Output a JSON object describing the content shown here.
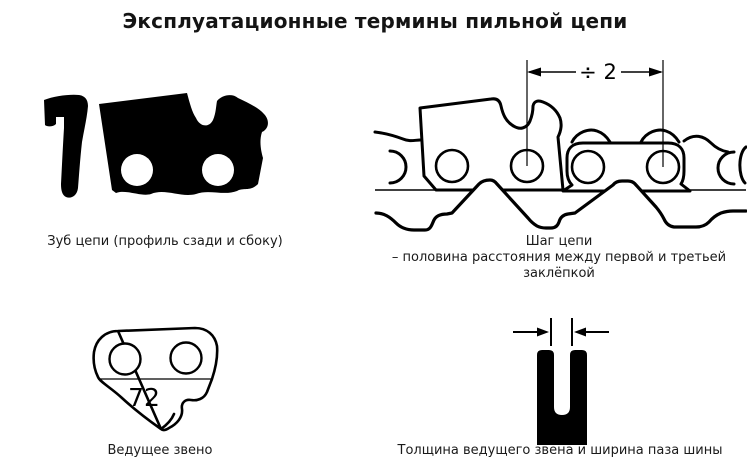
{
  "title": "Эксплуатационные термины пильной цепи",
  "colors": {
    "ink": "#000000",
    "text": "#1a1a1a",
    "background": "#ffffff"
  },
  "figures": {
    "tooth": {
      "caption": "Зуб цепи (профиль сзади и сбоку)"
    },
    "pitch": {
      "caption_line1": "Шаг цепи",
      "caption_line2": "– половина расстояния между первой и третьей заклёпкой",
      "dimension_label": "÷ 2"
    },
    "drive_link": {
      "caption": "Ведущее звено",
      "number": "72"
    },
    "gauge": {
      "caption": "Толщина ведущего звена и ширина паза шины"
    }
  }
}
